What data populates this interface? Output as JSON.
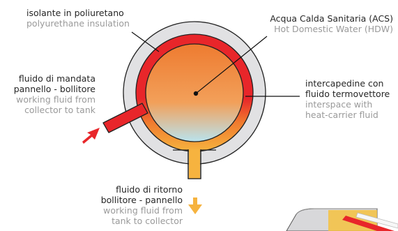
{
  "colors": {
    "insulation": "#e1e1e3",
    "hot_ring": "#e8262a",
    "return_pipe": "#f6b33f",
    "water_top": "#ee7b30",
    "water_mid": "#f2a05a",
    "water_bottom": "#b9e3ee",
    "leader_line": "#111111",
    "italian_text": "#262626",
    "english_text": "#9a9a9a"
  },
  "labels": {
    "insulation": {
      "it": "isolante in poliuretano",
      "en": "polyurethane insulation"
    },
    "acs": {
      "it": "Acqua Calda Sanitaria (ACS)",
      "en": "Hot Domestic Water (HDW)"
    },
    "supply": {
      "it_line1": "fluido di mandata",
      "it_line2": "pannello - bollitore",
      "en_line1": "working fluid from",
      "en_line2": "collector to tank"
    },
    "interspace": {
      "it_line1": "intercapedine con",
      "it_line2": "fluido termovettore",
      "en_line1": "interspace with",
      "en_line2": "heat-carrier fluid"
    },
    "return": {
      "it_line1": "fluido di ritorno",
      "it_line2": "bollitore - pannello",
      "en_line1": "working fluid from",
      "en_line2": "tank to collector"
    }
  }
}
